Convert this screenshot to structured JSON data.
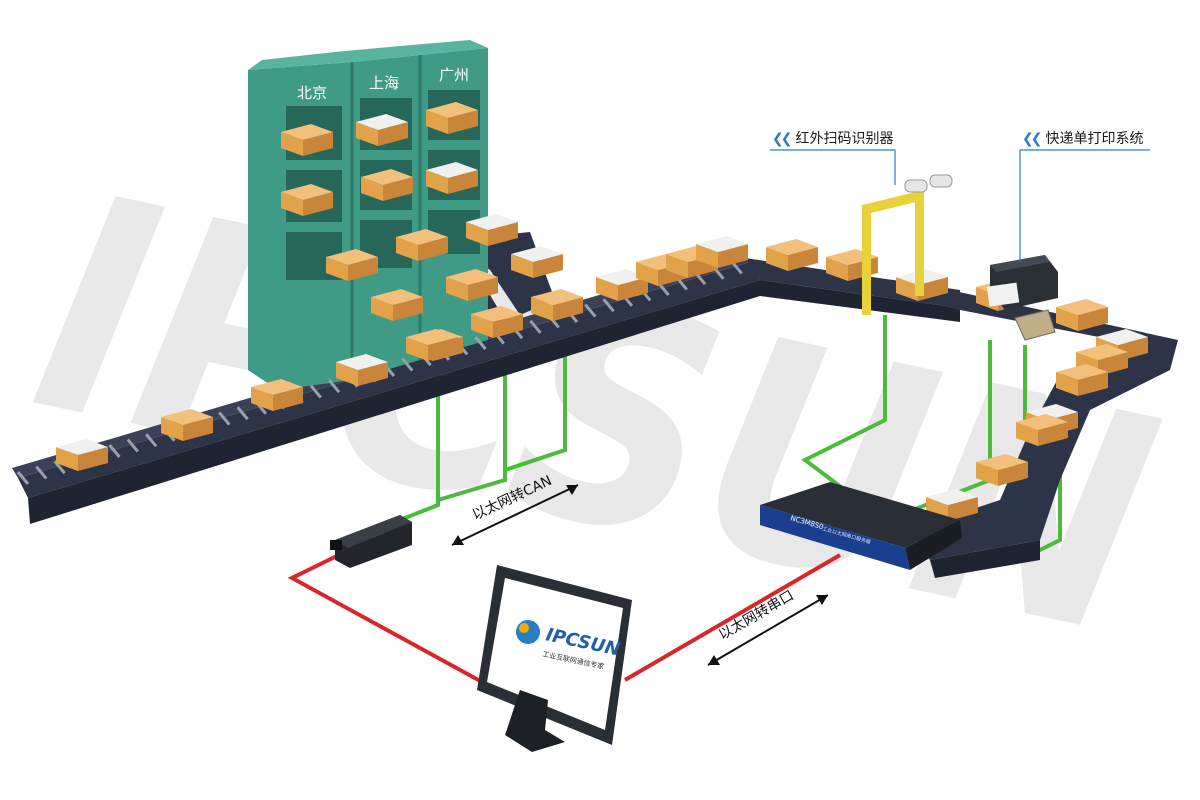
{
  "watermark": {
    "text": "IPCSUN"
  },
  "shelves": {
    "labels": [
      "北京",
      "上海",
      "广州"
    ]
  },
  "callouts": {
    "scanner": "红外扫码识别器",
    "printer": "快递单打印系统"
  },
  "links": {
    "can": "以太网转CAN",
    "serial": "以太网转串口"
  },
  "devices": {
    "switch_model": "NC3M8S0",
    "switch_sub": "工业以太网串口服务器",
    "monitor_brand": "IPCSUN",
    "monitor_tagline": "工业互联网通信专家"
  },
  "colors": {
    "shelf": "#3f9a86",
    "shelf_dark": "#2f7a69",
    "conveyor": "#2e3447",
    "roller": "#9aa0aa",
    "box": "#e2a24a",
    "box_top": "#f0f0ef",
    "ethernet": "#4cbb3c",
    "serial": "#d8262c",
    "accent": "#2a7fc4",
    "scanner_post": "#e8d23a",
    "watermark": "#d9d9d9"
  }
}
